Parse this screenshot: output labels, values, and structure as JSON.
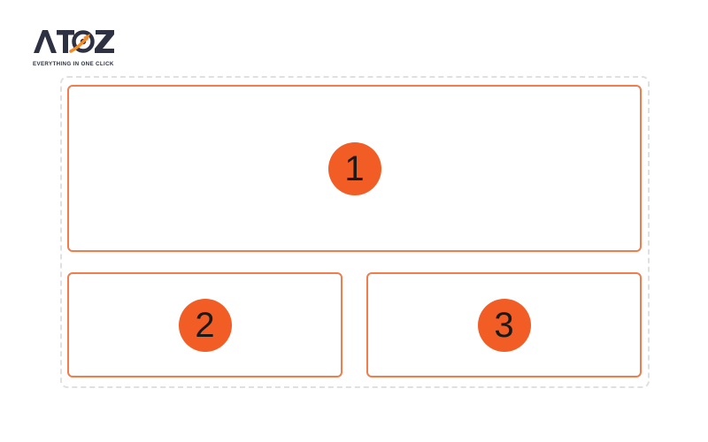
{
  "logo": {
    "text": "ATOZ",
    "tagline": "EVERYTHING IN ONE CLICK",
    "colors": {
      "text": "#2d3142",
      "accent": "#f28c28"
    }
  },
  "regions": [
    {
      "label": "1"
    },
    {
      "label": "2"
    },
    {
      "label": "3"
    }
  ],
  "colors": {
    "region_border": "#f47c4a",
    "badge_fill": "#f25c25",
    "container_border": "#e0e0e0"
  }
}
